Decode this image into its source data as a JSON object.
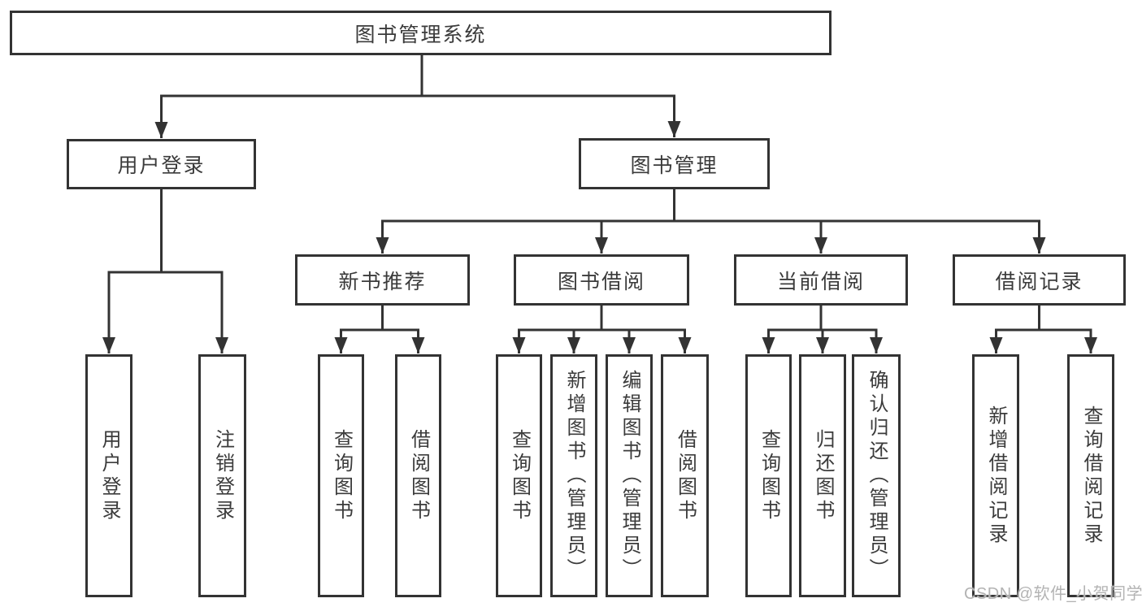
{
  "diagram": {
    "root": {
      "label": "图书管理系统"
    },
    "branches": [
      {
        "label": "用户登录",
        "leaves": [
          {
            "label": "用户登录"
          },
          {
            "label": "注销登录"
          }
        ]
      },
      {
        "label": "图书管理",
        "groups": [
          {
            "label": "新书推荐",
            "leaves": [
              {
                "label": "查询图书"
              },
              {
                "label": "借阅图书"
              }
            ]
          },
          {
            "label": "图书借阅",
            "leaves": [
              {
                "label": "查询图书"
              },
              {
                "label": "新增图书（管理员）"
              },
              {
                "label": "编辑图书（管理员）"
              },
              {
                "label": "借阅图书"
              }
            ]
          },
          {
            "label": "当前借阅",
            "leaves": [
              {
                "label": "查询图书"
              },
              {
                "label": "归还图书"
              },
              {
                "label": "确认归还（管理员）"
              }
            ]
          },
          {
            "label": "借阅记录",
            "leaves": [
              {
                "label": "新增借阅记录"
              },
              {
                "label": "查询借阅记录"
              }
            ]
          }
        ]
      }
    ]
  },
  "watermark": {
    "text": "CSDN @软件_小贺同学"
  },
  "colors": {
    "line": "#333333",
    "text": "#3b3b3b",
    "watermark": "#b3b3b3",
    "background": "#ffffff"
  }
}
